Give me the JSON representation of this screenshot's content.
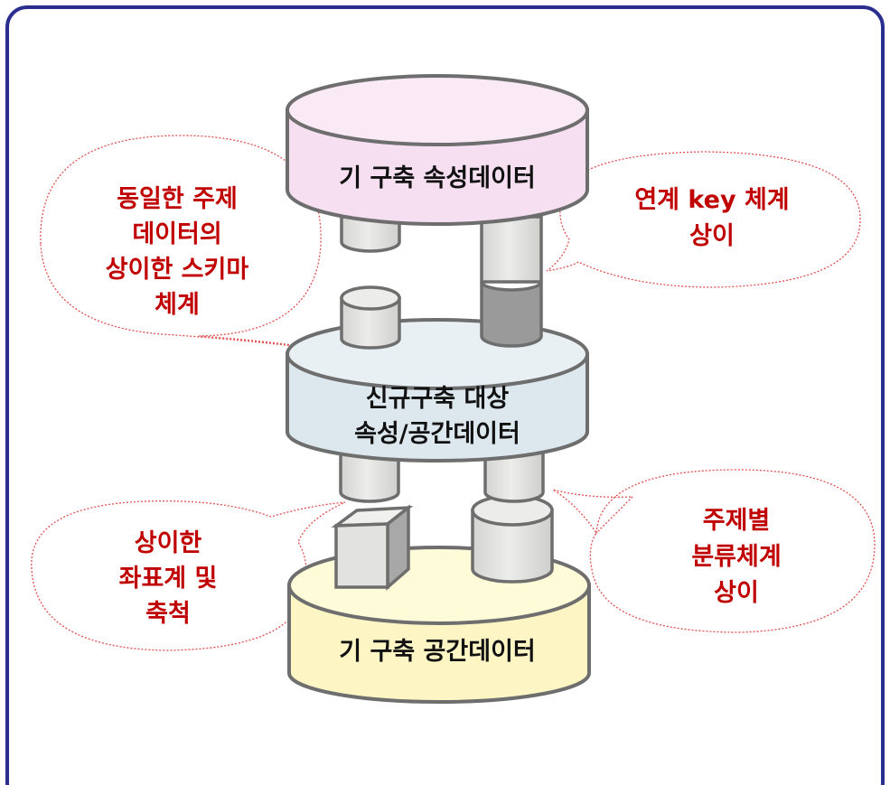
{
  "disks": {
    "top": {
      "label": "기 구축 속성데이터",
      "fill": "#f5dff1",
      "top_fill": "#f9eaf6"
    },
    "middle": {
      "lines": [
        "신규구축 대상",
        "속성/공간데이터"
      ],
      "fill": "#dde8ee",
      "top_fill": "#e8f0f4"
    },
    "bottom": {
      "label": "기 구축 공간데이터",
      "fill": "#fdf6c4",
      "top_fill": "#fefbd9"
    }
  },
  "callouts": {
    "top_left": [
      "동일한 주제",
      "데이터의",
      "상이한 스키마",
      "체계"
    ],
    "top_right": [
      "연계 key 체계",
      "상이"
    ],
    "bottom_left": [
      "상이한",
      "좌표계 및",
      "축척"
    ],
    "bottom_right": [
      "주제별",
      "분류체계",
      "상이"
    ]
  },
  "colors": {
    "frame": "#2a2f8f",
    "callout_text": "#c00000",
    "callout_border": "#e05050",
    "outline": "#6e6e6e",
    "pillar": "#e4e4e2",
    "pillar_dark": "#9a9a9a"
  }
}
